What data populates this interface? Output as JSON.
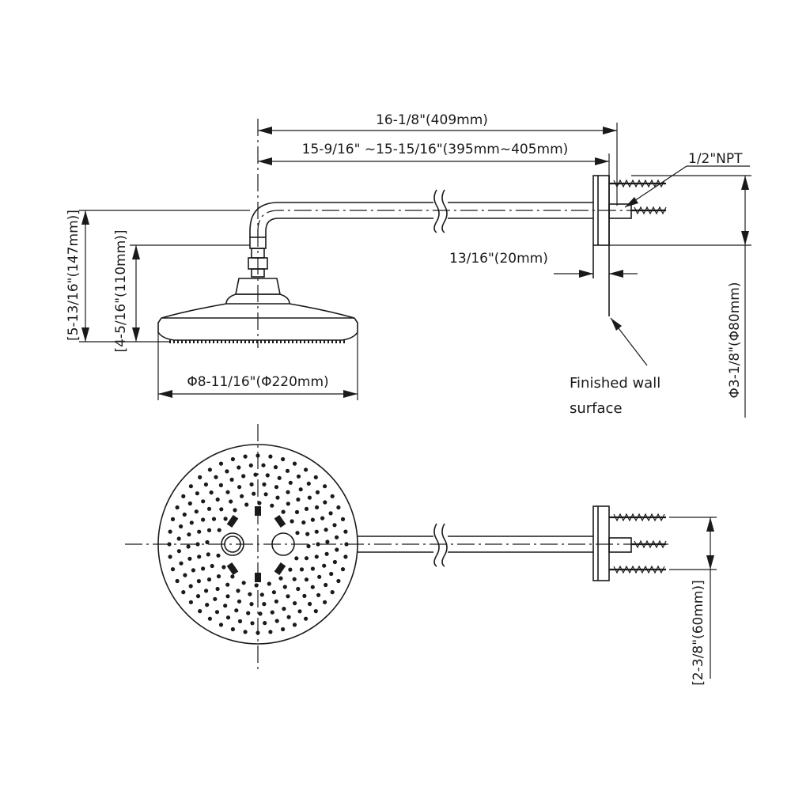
{
  "dimensions": {
    "overall_length": "16-1/8\"(409mm)",
    "arm_length_range": "15-9/16\" ~15-15/16\"(395mm~405mm)",
    "thread": "1/2\"NPT",
    "flange_depth": "13/16\"(20mm)",
    "total_height": "[5-13/16\"(147mm)]",
    "head_height": "[4-5/16\"(110mm)]",
    "head_diameter": "Φ8-11/16\"(Φ220mm)",
    "flange_diameter": "Φ3-1/8\"(Φ80mm)",
    "screw_spacing": "[2-3/8\"(60mm)]"
  },
  "notes": {
    "wall_line1": "Finished wall",
    "wall_line2": "surface"
  }
}
